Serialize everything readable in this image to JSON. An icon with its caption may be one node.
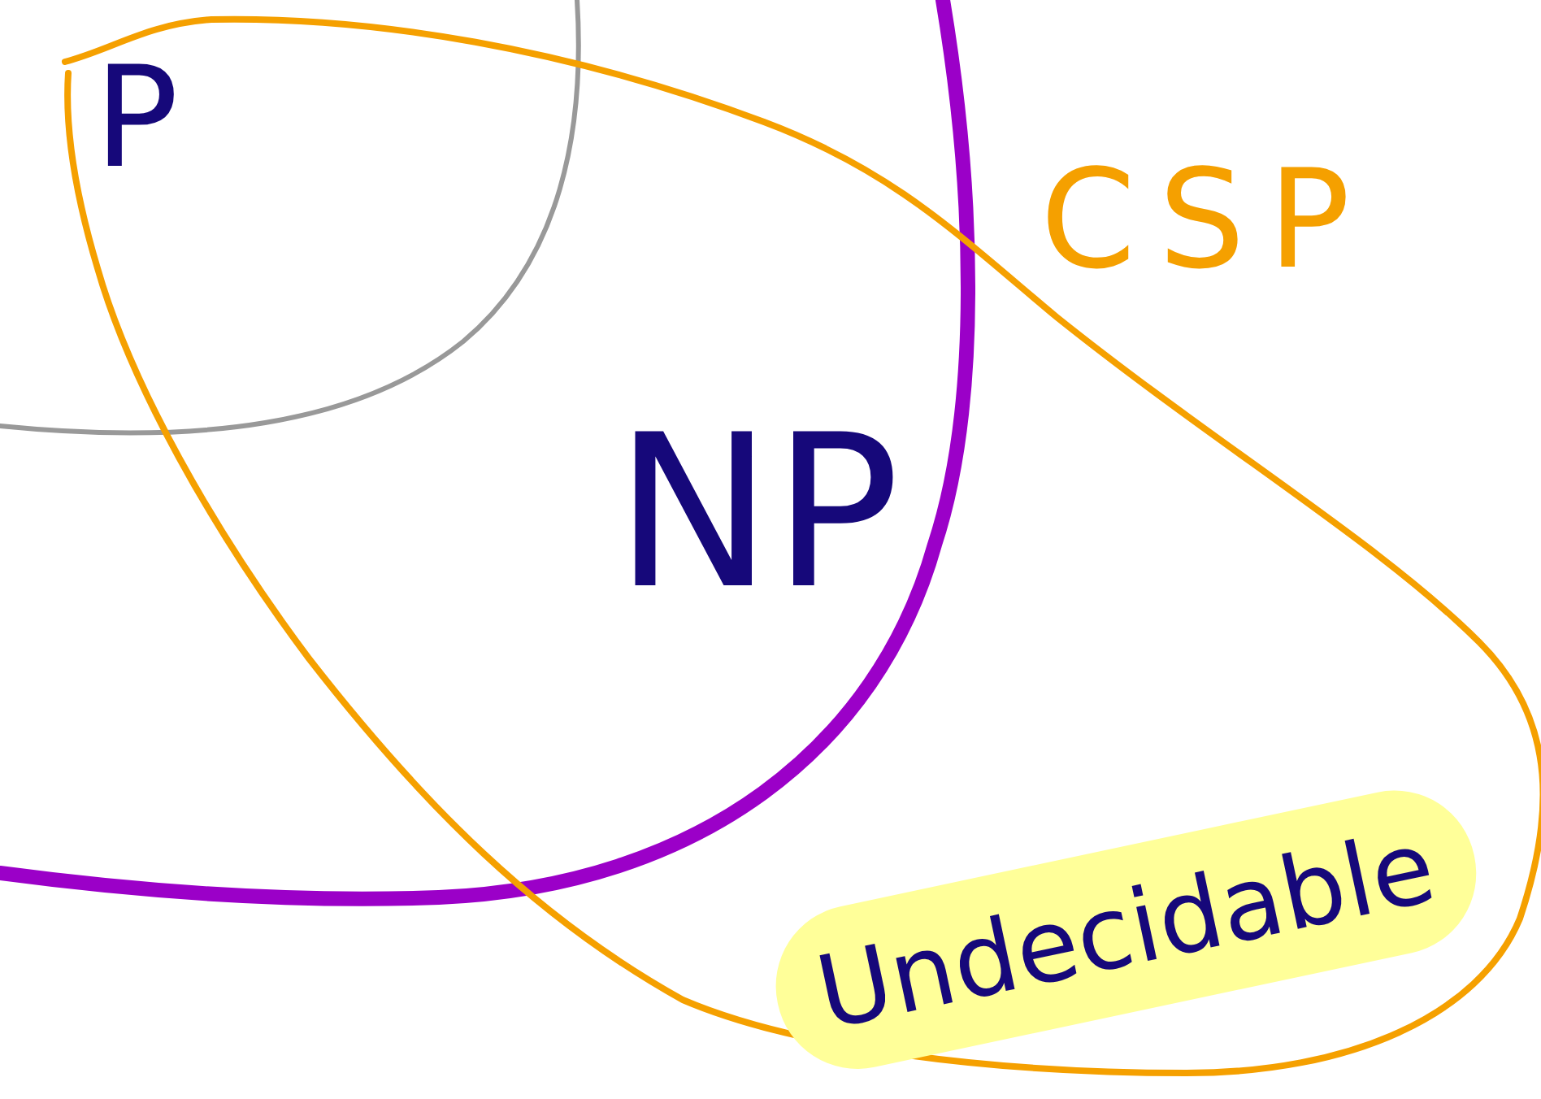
{
  "diagram": {
    "nodes": [
      {
        "text": [
          "NP"
        ]
      },
      {
        "text": [
          "P"
        ],
        "in": 0
      },
      {
        "text": [
          "CSP"
        ]
      },
      {
        "text": [
          "Undecidable"
        ],
        "in": 2
      }
    ],
    "edges": []
  }
}
